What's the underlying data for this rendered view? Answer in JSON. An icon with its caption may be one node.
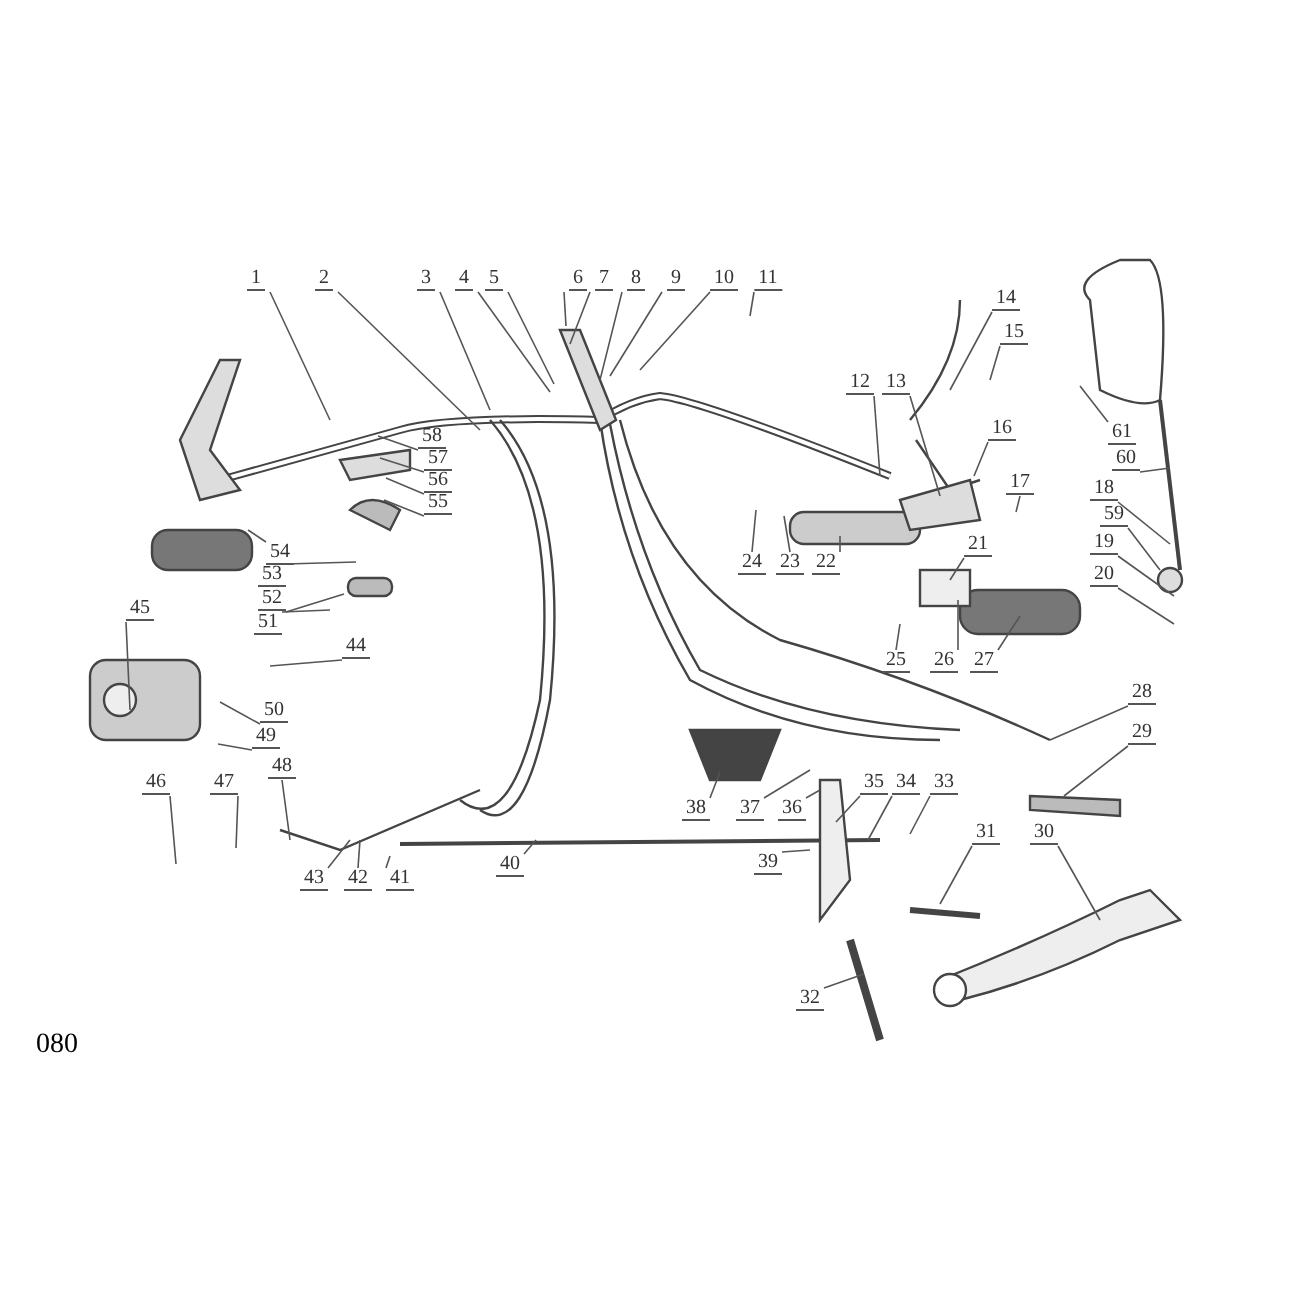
{
  "diagram": {
    "nodes": [
      {
        "text": [
          "1"
        ]
      },
      {
        "text": [
          "2"
        ]
      },
      {
        "text": [
          "3"
        ]
      },
      {
        "text": [
          "4"
        ]
      },
      {
        "text": [
          "5"
        ]
      },
      {
        "text": [
          "6"
        ]
      },
      {
        "text": [
          "7"
        ]
      },
      {
        "text": [
          "8"
        ]
      },
      {
        "text": [
          "9"
        ]
      },
      {
        "text": [
          "10"
        ]
      },
      {
        "text": [
          "11"
        ]
      },
      {
        "text": [
          "12"
        ]
      },
      {
        "text": [
          "13"
        ]
      },
      {
        "text": [
          "14"
        ]
      },
      {
        "text": [
          "15"
        ]
      },
      {
        "text": [
          "16"
        ]
      },
      {
        "text": [
          "17"
        ]
      },
      {
        "text": [
          "18"
        ]
      },
      {
        "text": [
          "19"
        ]
      },
      {
        "text": [
          "20"
        ]
      },
      {
        "text": [
          "21"
        ]
      },
      {
        "text": [
          "22"
        ]
      },
      {
        "text": [
          "23"
        ]
      },
      {
        "text": [
          "24"
        ]
      },
      {
        "text": [
          "25"
        ]
      },
      {
        "text": [
          "26"
        ]
      },
      {
        "text": [
          "27"
        ]
      },
      {
        "text": [
          "28"
        ]
      },
      {
        "text": [
          "29"
        ]
      },
      {
        "text": [
          "30"
        ]
      },
      {
        "text": [
          "31"
        ]
      },
      {
        "text": [
          "32"
        ]
      },
      {
        "text": [
          "33"
        ]
      },
      {
        "text": [
          "34"
        ]
      },
      {
        "text": [
          "35"
        ]
      },
      {
        "text": [
          "36"
        ]
      },
      {
        "text": [
          "37"
        ]
      },
      {
        "text": [
          "38"
        ]
      },
      {
        "text": [
          "39"
        ]
      },
      {
        "text": [
          "40"
        ]
      },
      {
        "text": [
          "41"
        ]
      },
      {
        "text": [
          "42"
        ]
      },
      {
        "text": [
          "43"
        ]
      },
      {
        "text": [
          "44"
        ]
      },
      {
        "text": [
          "45"
        ]
      },
      {
        "text": [
          "46"
        ]
      },
      {
        "text": [
          "47"
        ]
      },
      {
        "text": [
          "48"
        ]
      },
      {
        "text": [
          "49"
        ]
      },
      {
        "text": [
          "50"
        ]
      },
      {
        "text": [
          "51"
        ]
      },
      {
        "text": [
          "52"
        ]
      },
      {
        "text": [
          "53"
        ]
      },
      {
        "text": [
          "54"
        ]
      },
      {
        "text": [
          "55"
        ]
      },
      {
        "text": [
          "56"
        ]
      },
      {
        "text": [
          "57"
        ]
      },
      {
        "text": [
          "58"
        ]
      },
      {
        "text": [
          "59"
        ]
      },
      {
        "text": [
          "60"
        ]
      },
      {
        "text": [
          "61"
        ]
      }
    ],
    "edges": [
      {
        "from": 0,
        "to": null,
        "arrow": "none"
      },
      {
        "from": 1,
        "to": null,
        "arrow": "none"
      },
      {
        "from": 2,
        "to": null,
        "arrow": "none"
      },
      {
        "from": 3,
        "to": null,
        "arrow": "none"
      },
      {
        "from": 4,
        "to": null,
        "arrow": "none"
      },
      {
        "from": 5,
        "to": null,
        "arrow": "none"
      },
      {
        "from": 6,
        "to": null,
        "arrow": "none"
      },
      {
        "from": 7,
        "to": null,
        "arrow": "none"
      },
      {
        "from": 8,
        "to": null,
        "arrow": "none"
      },
      {
        "from": 9,
        "to": null,
        "arrow": "none"
      },
      {
        "from": 10,
        "to": null,
        "arrow": "none"
      },
      {
        "from": 11,
        "to": null,
        "arrow": "none"
      },
      {
        "from": 12,
        "to": null,
        "arrow": "none"
      },
      {
        "from": 13,
        "to": null,
        "arrow": "none"
      },
      {
        "from": 14,
        "to": null,
        "arrow": "none"
      },
      {
        "from": 15,
        "to": null,
        "arrow": "none"
      },
      {
        "from": 16,
        "to": null,
        "arrow": "none"
      },
      {
        "from": 17,
        "to": null,
        "arrow": "none"
      },
      {
        "from": 18,
        "to": null,
        "arrow": "none"
      },
      {
        "from": 19,
        "to": null,
        "arrow": "none"
      },
      {
        "from": 20,
        "to": null,
        "arrow": "none"
      },
      {
        "from": 21,
        "to": null,
        "arrow": "none"
      },
      {
        "from": 22,
        "to": null,
        "arrow": "none"
      },
      {
        "from": 23,
        "to": null,
        "arrow": "none"
      },
      {
        "from": 24,
        "to": null,
        "arrow": "none"
      },
      {
        "from": 25,
        "to": null,
        "arrow": "none"
      },
      {
        "from": 26,
        "to": null,
        "arrow": "none"
      },
      {
        "from": 27,
        "to": null,
        "arrow": "none"
      },
      {
        "from": 28,
        "to": null,
        "arrow": "none"
      },
      {
        "from": 29,
        "to": null,
        "arrow": "none"
      },
      {
        "from": 30,
        "to": null,
        "arrow": "none"
      },
      {
        "from": 31,
        "to": null,
        "arrow": "none"
      },
      {
        "from": 32,
        "to": null,
        "arrow": "none"
      },
      {
        "from": 33,
        "to": null,
        "arrow": "none"
      },
      {
        "from": 34,
        "to": null,
        "arrow": "none"
      },
      {
        "from": 35,
        "to": null,
        "arrow": "none"
      },
      {
        "from": 36,
        "to": null,
        "arrow": "none"
      },
      {
        "from": 37,
        "to": null,
        "arrow": "none"
      },
      {
        "from": 38,
        "to": null,
        "arrow": "none"
      },
      {
        "from": 39,
        "to": null,
        "arrow": "none"
      },
      {
        "from": 40,
        "to": null,
        "arrow": "none"
      },
      {
        "from": 41,
        "to": null,
        "arrow": "none"
      },
      {
        "from": 42,
        "to": null,
        "arrow": "none"
      },
      {
        "from": 43,
        "to": null,
        "arrow": "none"
      },
      {
        "from": 44,
        "to": null,
        "arrow": "none"
      },
      {
        "from": 45,
        "to": null,
        "arrow": "none"
      },
      {
        "from": 46,
        "to": null,
        "arrow": "none"
      },
      {
        "from": 47,
        "to": null,
        "arrow": "none"
      },
      {
        "from": 48,
        "to": null,
        "arrow": "none"
      },
      {
        "from": 49,
        "to": null,
        "arrow": "none"
      },
      {
        "from": 50,
        "to": null,
        "arrow": "none"
      },
      {
        "from": 51,
        "to": null,
        "arrow": "none"
      },
      {
        "from": 52,
        "to": null,
        "arrow": "none"
      },
      {
        "from": 53,
        "to": null,
        "arrow": "none"
      },
      {
        "from": 54,
        "to": null,
        "arrow": "none"
      },
      {
        "from": 55,
        "to": null,
        "arrow": "none"
      },
      {
        "from": 56,
        "to": null,
        "arrow": "none"
      },
      {
        "from": 57,
        "to": null,
        "arrow": "none"
      },
      {
        "from": 58,
        "to": null,
        "arrow": "none"
      },
      {
        "from": 59,
        "to": null,
        "arrow": "none"
      },
      {
        "from": 60,
        "to": null,
        "arrow": "none"
      }
    ],
    "labels": [
      "080"
    ]
  }
}
